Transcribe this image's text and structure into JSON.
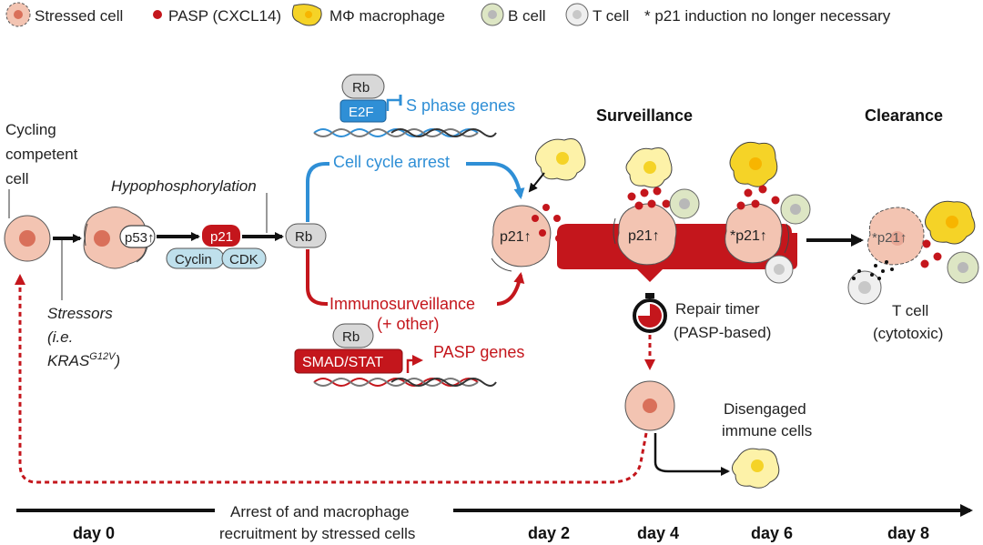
{
  "legend": {
    "stressed_cell": "Stressed cell",
    "pasp": "PASP (CXCL14)",
    "macrophage": "MΦ macrophage",
    "b_cell": "B cell",
    "t_cell": "T cell",
    "note": "* p21 induction no longer necessary"
  },
  "phases": {
    "surveillance": "Surveillance",
    "clearance": "Clearance"
  },
  "left": {
    "cycling_cell": [
      "Cycling",
      "competent",
      "cell"
    ],
    "stressors": [
      "Stressors",
      "(i.e.",
      "KRAS",
      "G12V",
      ")"
    ],
    "hypophosphorylation": "Hypophosphorylation"
  },
  "proteins": {
    "p53": "p53",
    "p21": "p21",
    "cyclin": "Cyclin",
    "cdk": "CDK",
    "rb": "Rb",
    "e2f": "E2F",
    "smad_stat": "SMAD/STAT"
  },
  "pathways": {
    "s_phase_genes": "S phase genes",
    "cell_cycle_arrest": "Cell cycle arrest",
    "immunosurveillance": "Immunosurveillance",
    "plus_other": "(+ other)",
    "pasp_genes": "PASP genes"
  },
  "cells": {
    "p21_label": "p21",
    "p21_star_label": "*p21"
  },
  "timer": {
    "line1": "Repair timer",
    "line2": "(PASP-based)"
  },
  "disengaged": {
    "line1": "Disengaged",
    "line2": "immune cells"
  },
  "tcell_label": {
    "line1": "T cell",
    "line2": "(cytotoxic)"
  },
  "timeline": {
    "caption_line1": "Arrest of and macrophage",
    "caption_line2": "recruitment by stressed cells",
    "days": [
      "day 0",
      "day 2",
      "day 4",
      "day 6",
      "day 8"
    ]
  },
  "colors": {
    "red": "#c4161c",
    "blue": "#2f8fd6",
    "cell_fill": "#f3c4b2",
    "cell_nucleus": "#d9705a",
    "macrophage": "#f5d327",
    "b_cell": "#dde6c4",
    "t_cell": "#e9e9e9",
    "cyclin_cdk": "#bfe0ec",
    "rb": "#d8d8d8"
  }
}
